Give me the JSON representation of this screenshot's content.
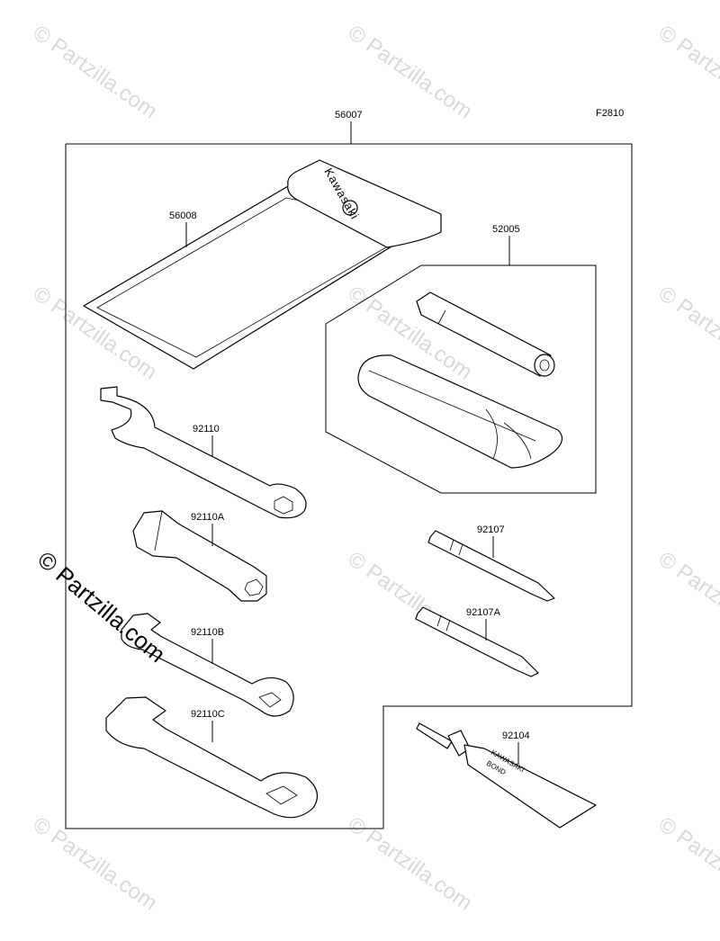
{
  "figure_code": "F2810",
  "labels": {
    "kit": "56007",
    "case": "56008",
    "kit_1": "52005",
    "wrench": "92110",
    "box_wrench": "92110A",
    "wrench_b": "92110B",
    "wrench_c": "92110C",
    "screwdriver": "92107",
    "screwdriver_a": "92107A",
    "bond": "92104"
  },
  "branding": {
    "case_text": "Kawasaki",
    "tube_text_1": "KAWASAKI",
    "tube_text_2": "BOND"
  },
  "watermark": {
    "text": "© Partzilla.com",
    "main_text": "© Partzilla.com"
  },
  "colors": {
    "line": "#000000",
    "watermark": "#d9d9d9"
  }
}
